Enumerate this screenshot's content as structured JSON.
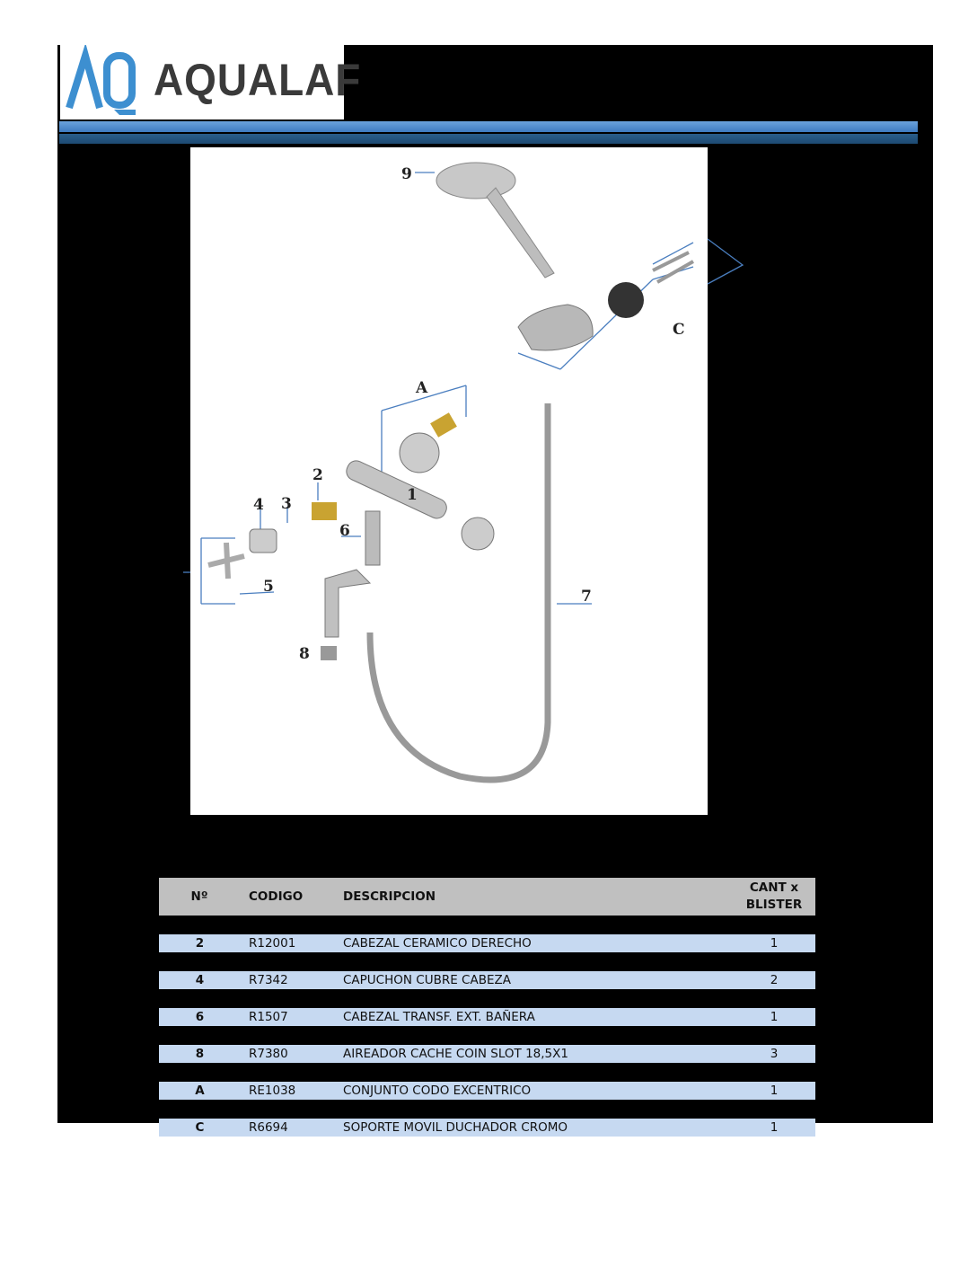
{
  "brand": {
    "name": "AQUALAF",
    "mark": "AQ"
  },
  "diagram": {
    "labels": {
      "p9": "9",
      "pC": "C",
      "pA": "A",
      "p2": "2",
      "p1": "1",
      "p4": "4",
      "p3": "3",
      "p6": "6",
      "p5": "5",
      "p7": "7",
      "p8": "8"
    }
  },
  "table": {
    "headers": {
      "num": "Nº",
      "code": "CODIGO",
      "desc": "DESCRIPCION",
      "qty_line1": "CANT x",
      "qty_line2": "BLISTER"
    },
    "rows": [
      {
        "num": "2",
        "code": "R12001",
        "desc": "CABEZAL CERAMICO DERECHO",
        "qty": "1"
      },
      {
        "num": "4",
        "code": "R7342",
        "desc": "CAPUCHON CUBRE CABEZA",
        "qty": "2"
      },
      {
        "num": "6",
        "code": "R1507",
        "desc": "CABEZAL TRANSF. EXT. BAÑERA",
        "qty": "1"
      },
      {
        "num": "8",
        "code": "R7380",
        "desc": "AIREADOR CACHE COIN SLOT 18,5X1",
        "qty": "3"
      },
      {
        "num": "A",
        "code": "RE1038",
        "desc": "CONJUNTO CODO EXCENTRICO",
        "qty": "1"
      },
      {
        "num": "C",
        "code": "R6694",
        "desc": "SOPORTE MOVIL DUCHADOR CROMO",
        "qty": "1"
      }
    ]
  }
}
